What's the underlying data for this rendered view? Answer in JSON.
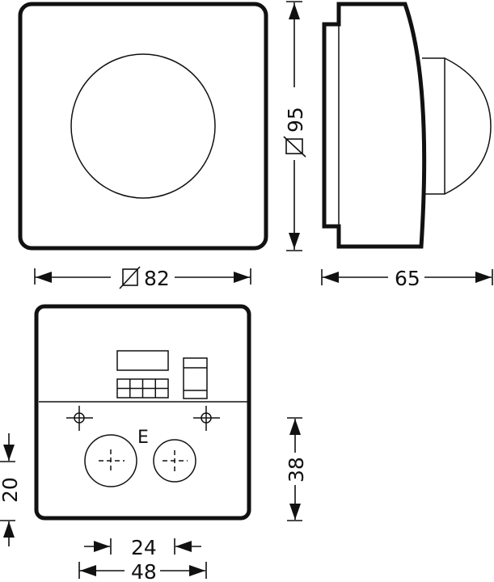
{
  "drawing": {
    "front_view": {
      "outer_square": "82 x 82",
      "width_label": "82",
      "width_symbol": "square-icon"
    },
    "side_view": {
      "height_label": "95",
      "height_symbol": "square-icon",
      "depth_label": "65"
    },
    "rear_view": {
      "marker_letter": "E",
      "hole_spacing_label": "24",
      "mount_width_label": "48",
      "offset_label": "20",
      "mount_height_label": "38"
    }
  }
}
